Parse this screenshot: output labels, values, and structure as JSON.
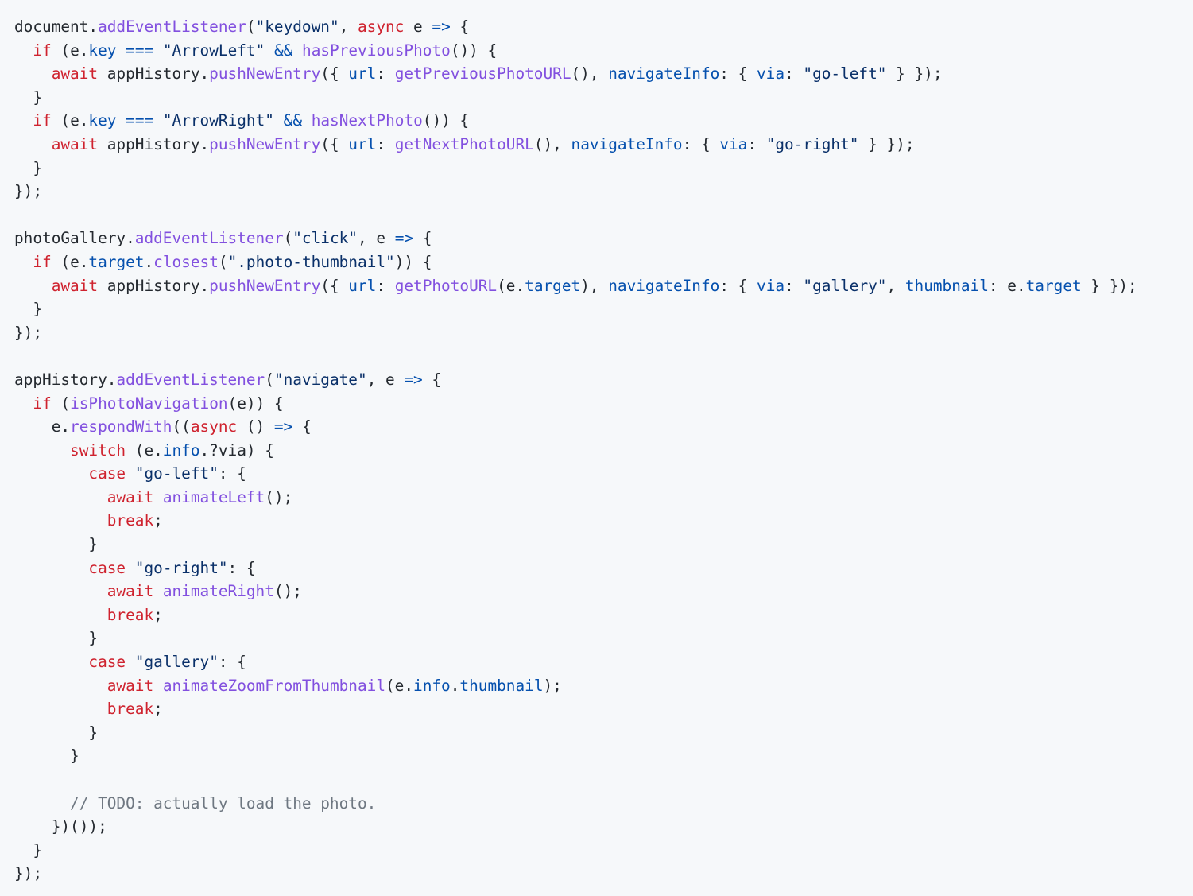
{
  "code_block": {
    "language": "javascript",
    "colors": {
      "background": "#f6f8fa",
      "plain": "#24292f",
      "keyword": "#cf222e",
      "function": "#8250df",
      "property": "#0550ae",
      "string": "#0a3069",
      "operator": "#0550ae",
      "comment": "#6e7781"
    },
    "lines": [
      [
        [
          "plain",
          "document."
        ],
        [
          "fn",
          "addEventListener"
        ],
        [
          "plain",
          "("
        ],
        [
          "str",
          "\"keydown\""
        ],
        [
          "plain",
          ", "
        ],
        [
          "kw",
          "async"
        ],
        [
          "plain",
          " e "
        ],
        [
          "op",
          "=>"
        ],
        [
          "plain",
          " {"
        ]
      ],
      [
        [
          "plain",
          "  "
        ],
        [
          "kw",
          "if"
        ],
        [
          "plain",
          " (e."
        ],
        [
          "prop",
          "key"
        ],
        [
          "plain",
          " "
        ],
        [
          "op",
          "==="
        ],
        [
          "plain",
          " "
        ],
        [
          "str",
          "\"ArrowLeft\""
        ],
        [
          "plain",
          " "
        ],
        [
          "op",
          "&&"
        ],
        [
          "plain",
          " "
        ],
        [
          "fn",
          "hasPreviousPhoto"
        ],
        [
          "plain",
          "()) {"
        ]
      ],
      [
        [
          "plain",
          "    "
        ],
        [
          "kw",
          "await"
        ],
        [
          "plain",
          " appHistory."
        ],
        [
          "fn",
          "pushNewEntry"
        ],
        [
          "plain",
          "({ "
        ],
        [
          "prop",
          "url"
        ],
        [
          "plain",
          ": "
        ],
        [
          "fn",
          "getPreviousPhotoURL"
        ],
        [
          "plain",
          "(), "
        ],
        [
          "prop",
          "navigateInfo"
        ],
        [
          "plain",
          ": { "
        ],
        [
          "prop",
          "via"
        ],
        [
          "plain",
          ": "
        ],
        [
          "str",
          "\"go-left\""
        ],
        [
          "plain",
          " } });"
        ]
      ],
      [
        [
          "plain",
          "  }"
        ]
      ],
      [
        [
          "plain",
          "  "
        ],
        [
          "kw",
          "if"
        ],
        [
          "plain",
          " (e."
        ],
        [
          "prop",
          "key"
        ],
        [
          "plain",
          " "
        ],
        [
          "op",
          "==="
        ],
        [
          "plain",
          " "
        ],
        [
          "str",
          "\"ArrowRight\""
        ],
        [
          "plain",
          " "
        ],
        [
          "op",
          "&&"
        ],
        [
          "plain",
          " "
        ],
        [
          "fn",
          "hasNextPhoto"
        ],
        [
          "plain",
          "()) {"
        ]
      ],
      [
        [
          "plain",
          "    "
        ],
        [
          "kw",
          "await"
        ],
        [
          "plain",
          " appHistory."
        ],
        [
          "fn",
          "pushNewEntry"
        ],
        [
          "plain",
          "({ "
        ],
        [
          "prop",
          "url"
        ],
        [
          "plain",
          ": "
        ],
        [
          "fn",
          "getNextPhotoURL"
        ],
        [
          "plain",
          "(), "
        ],
        [
          "prop",
          "navigateInfo"
        ],
        [
          "plain",
          ": { "
        ],
        [
          "prop",
          "via"
        ],
        [
          "plain",
          ": "
        ],
        [
          "str",
          "\"go-right\""
        ],
        [
          "plain",
          " } });"
        ]
      ],
      [
        [
          "plain",
          "  }"
        ]
      ],
      [
        [
          "plain",
          "});"
        ]
      ],
      [
        [
          "plain",
          ""
        ]
      ],
      [
        [
          "plain",
          "photoGallery."
        ],
        [
          "fn",
          "addEventListener"
        ],
        [
          "plain",
          "("
        ],
        [
          "str",
          "\"click\""
        ],
        [
          "plain",
          ", e "
        ],
        [
          "op",
          "=>"
        ],
        [
          "plain",
          " {"
        ]
      ],
      [
        [
          "plain",
          "  "
        ],
        [
          "kw",
          "if"
        ],
        [
          "plain",
          " (e."
        ],
        [
          "prop",
          "target"
        ],
        [
          "plain",
          "."
        ],
        [
          "fn",
          "closest"
        ],
        [
          "plain",
          "("
        ],
        [
          "str",
          "\".photo-thumbnail\""
        ],
        [
          "plain",
          ")) {"
        ]
      ],
      [
        [
          "plain",
          "    "
        ],
        [
          "kw",
          "await"
        ],
        [
          "plain",
          " appHistory."
        ],
        [
          "fn",
          "pushNewEntry"
        ],
        [
          "plain",
          "({ "
        ],
        [
          "prop",
          "url"
        ],
        [
          "plain",
          ": "
        ],
        [
          "fn",
          "getPhotoURL"
        ],
        [
          "plain",
          "(e."
        ],
        [
          "prop",
          "target"
        ],
        [
          "plain",
          "), "
        ],
        [
          "prop",
          "navigateInfo"
        ],
        [
          "plain",
          ": { "
        ],
        [
          "prop",
          "via"
        ],
        [
          "plain",
          ": "
        ],
        [
          "str",
          "\"gallery\""
        ],
        [
          "plain",
          ", "
        ],
        [
          "prop",
          "thumbnail"
        ],
        [
          "plain",
          ": e."
        ],
        [
          "prop",
          "target"
        ],
        [
          "plain",
          " } });"
        ]
      ],
      [
        [
          "plain",
          "  }"
        ]
      ],
      [
        [
          "plain",
          "});"
        ]
      ],
      [
        [
          "plain",
          ""
        ]
      ],
      [
        [
          "plain",
          "appHistory."
        ],
        [
          "fn",
          "addEventListener"
        ],
        [
          "plain",
          "("
        ],
        [
          "str",
          "\"navigate\""
        ],
        [
          "plain",
          ", e "
        ],
        [
          "op",
          "=>"
        ],
        [
          "plain",
          " {"
        ]
      ],
      [
        [
          "plain",
          "  "
        ],
        [
          "kw",
          "if"
        ],
        [
          "plain",
          " ("
        ],
        [
          "fn",
          "isPhotoNavigation"
        ],
        [
          "plain",
          "(e)) {"
        ]
      ],
      [
        [
          "plain",
          "    e."
        ],
        [
          "fn",
          "respondWith"
        ],
        [
          "plain",
          "(("
        ],
        [
          "kw",
          "async"
        ],
        [
          "plain",
          " () "
        ],
        [
          "op",
          "=>"
        ],
        [
          "plain",
          " {"
        ]
      ],
      [
        [
          "plain",
          "      "
        ],
        [
          "kw",
          "switch"
        ],
        [
          "plain",
          " (e."
        ],
        [
          "prop",
          "info"
        ],
        [
          "plain",
          ".?via) {"
        ]
      ],
      [
        [
          "plain",
          "        "
        ],
        [
          "kw",
          "case"
        ],
        [
          "plain",
          " "
        ],
        [
          "str",
          "\"go-left\""
        ],
        [
          "plain",
          ": {"
        ]
      ],
      [
        [
          "plain",
          "          "
        ],
        [
          "kw",
          "await"
        ],
        [
          "plain",
          " "
        ],
        [
          "fn",
          "animateLeft"
        ],
        [
          "plain",
          "();"
        ]
      ],
      [
        [
          "plain",
          "          "
        ],
        [
          "kw",
          "break"
        ],
        [
          "plain",
          ";"
        ]
      ],
      [
        [
          "plain",
          "        }"
        ]
      ],
      [
        [
          "plain",
          "        "
        ],
        [
          "kw",
          "case"
        ],
        [
          "plain",
          " "
        ],
        [
          "str",
          "\"go-right\""
        ],
        [
          "plain",
          ": {"
        ]
      ],
      [
        [
          "plain",
          "          "
        ],
        [
          "kw",
          "await"
        ],
        [
          "plain",
          " "
        ],
        [
          "fn",
          "animateRight"
        ],
        [
          "plain",
          "();"
        ]
      ],
      [
        [
          "plain",
          "          "
        ],
        [
          "kw",
          "break"
        ],
        [
          "plain",
          ";"
        ]
      ],
      [
        [
          "plain",
          "        }"
        ]
      ],
      [
        [
          "plain",
          "        "
        ],
        [
          "kw",
          "case"
        ],
        [
          "plain",
          " "
        ],
        [
          "str",
          "\"gallery\""
        ],
        [
          "plain",
          ": {"
        ]
      ],
      [
        [
          "plain",
          "          "
        ],
        [
          "kw",
          "await"
        ],
        [
          "plain",
          " "
        ],
        [
          "fn",
          "animateZoomFromThumbnail"
        ],
        [
          "plain",
          "(e."
        ],
        [
          "prop",
          "info"
        ],
        [
          "plain",
          "."
        ],
        [
          "prop",
          "thumbnail"
        ],
        [
          "plain",
          ");"
        ]
      ],
      [
        [
          "plain",
          "          "
        ],
        [
          "kw",
          "break"
        ],
        [
          "plain",
          ";"
        ]
      ],
      [
        [
          "plain",
          "        }"
        ]
      ],
      [
        [
          "plain",
          "      }"
        ]
      ],
      [
        [
          "plain",
          ""
        ]
      ],
      [
        [
          "plain",
          "      "
        ],
        [
          "cm",
          "// TODO: actually load the photo."
        ]
      ],
      [
        [
          "plain",
          "    })());"
        ]
      ],
      [
        [
          "plain",
          "  }"
        ]
      ],
      [
        [
          "plain",
          "});"
        ]
      ]
    ]
  }
}
